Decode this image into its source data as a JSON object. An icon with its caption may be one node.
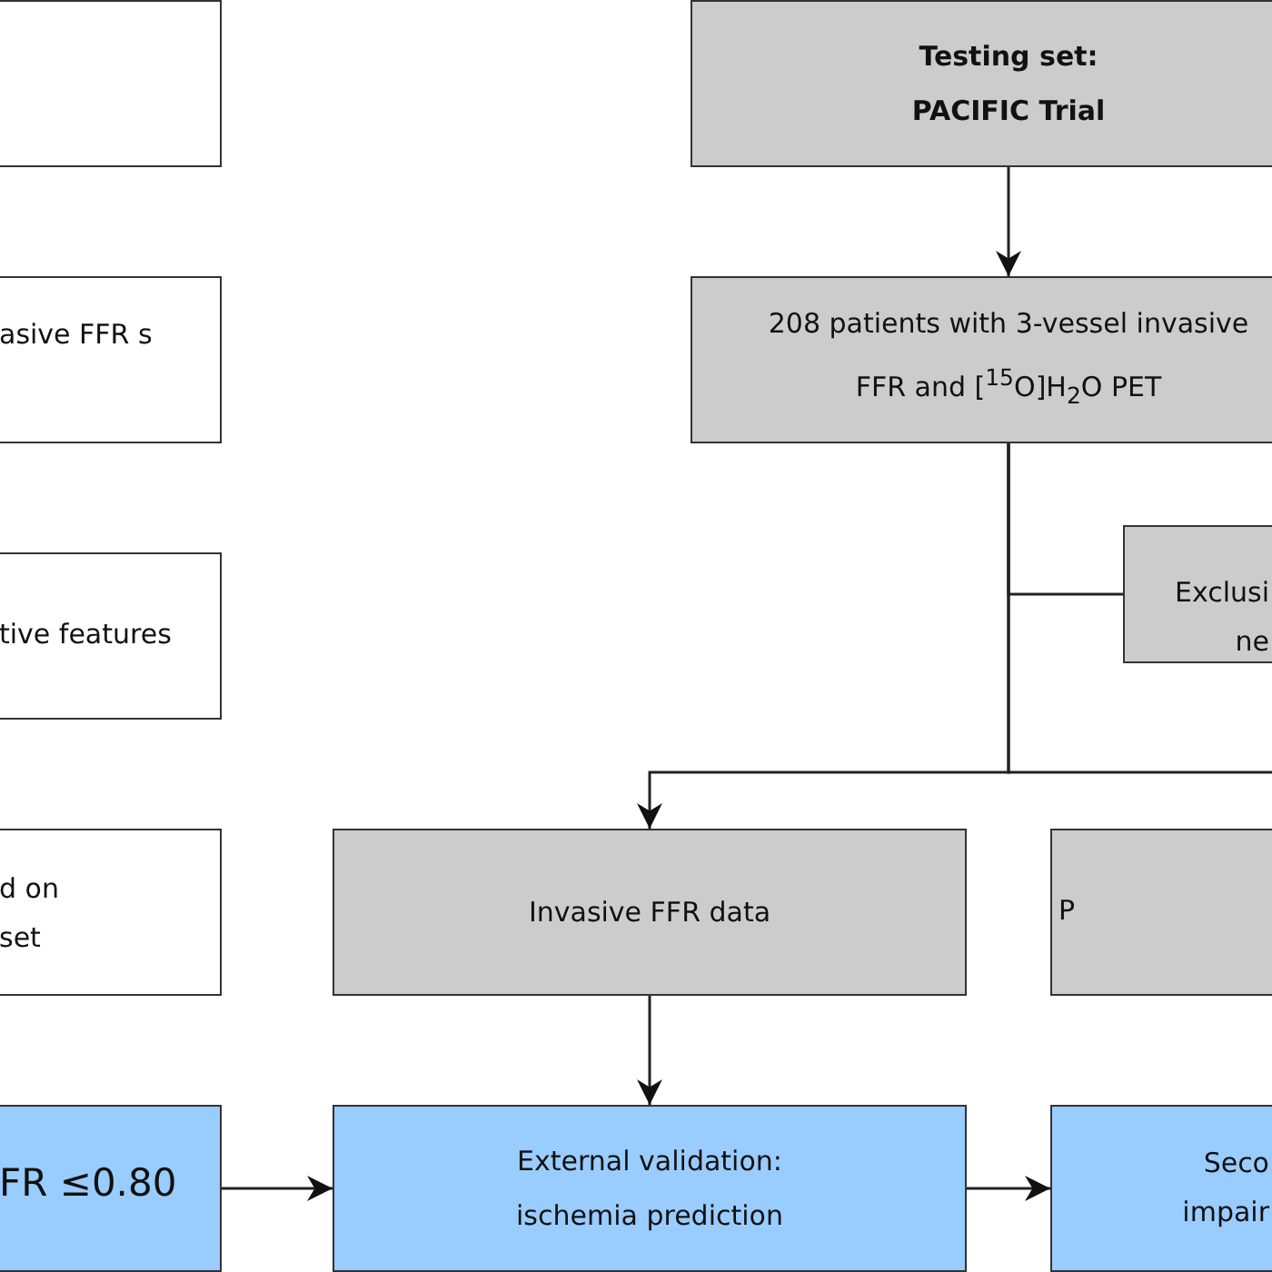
{
  "diagram": {
    "nodes": [
      {
        "text": [],
        "shape": "box"
      },
      {
        "text": [
          "Testing set: PACIFIC Trial"
        ]
      },
      {
        "text": [
          "asive FFR s"
        ]
      },
      {
        "text": [
          "208 patients with 3-vessel invasive FFR and [$^{15}$O]H$_{2}$O PET"
        ]
      },
      {
        "text": [
          "tive features"
        ]
      },
      {
        "text": [
          "Exclusi ne"
        ]
      },
      {
        "text": [
          "d on set"
        ]
      },
      {
        "text": [
          "Invasive FFR data"
        ]
      },
      {
        "text": [
          "P"
        ]
      },
      {
        "text": [
          "FR ≤0.80"
        ]
      },
      {
        "text": [
          "External validation: ischemia prediction"
        ]
      },
      {
        "text": [
          "Seco impair"
        ]
      }
    ],
    "edges": [
      {
        "from": 1,
        "to": 3,
        "arrow": "to"
      },
      {
        "from": 3,
        "to": 5,
        "arrow": "none"
      },
      {
        "from": 3,
        "to": 7,
        "arrow": "to"
      },
      {
        "from": 3,
        "to": null,
        "arrow": "none"
      },
      {
        "from": 7,
        "to": 10,
        "arrow": "to"
      },
      {
        "from": 9,
        "to": 10,
        "arrow": "to"
      },
      {
        "from": 10,
        "to": 11,
        "arrow": "to"
      }
    ]
  }
}
